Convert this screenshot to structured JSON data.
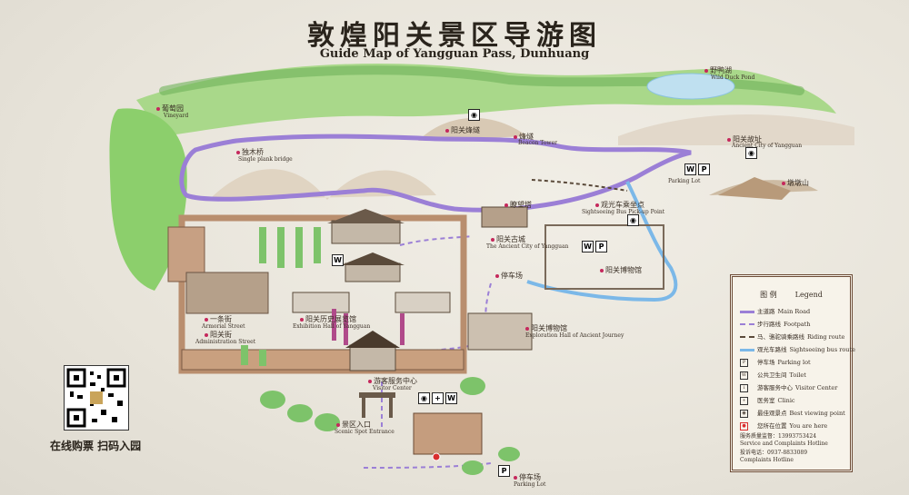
{
  "title_zh": "敦煌阳关景区导游图",
  "title_en": "Guide Map of Yangguan Pass, Dunhuang",
  "qr_caption": "在线购票 扫码入园",
  "labels": [
    {
      "id": "vineyard",
      "text": "葡萄园"
    },
    {
      "id": "vineyard_en",
      "text": "Vineyard"
    },
    {
      "id": "wild_duck_pond",
      "text": "野鸭湖"
    },
    {
      "id": "wild_duck_pond_en",
      "text": "Wild Duck Pond"
    },
    {
      "id": "dunhuang_ruins",
      "text": "阳关故址"
    },
    {
      "id": "dunhuang_ruins_en",
      "text": "Ancient City of Yangguan"
    },
    {
      "id": "yangguan_tower",
      "text": "阳关烽燧"
    },
    {
      "id": "beacon_tower",
      "text": "烽燧"
    },
    {
      "id": "beacon_tower_en",
      "text": "Beacon Tower"
    },
    {
      "id": "single_plank",
      "text": "独木桥"
    },
    {
      "id": "single_plank_en",
      "text": "Single plank bridge"
    },
    {
      "id": "parking_lot",
      "text": "Parking Lot"
    },
    {
      "id": "mountain",
      "text": "墩墩山"
    },
    {
      "id": "watch_tower",
      "text": "瞭望塔"
    },
    {
      "id": "yangguan_city",
      "text": "阳关古城"
    },
    {
      "id": "yangguan_city_en",
      "text": "The Ancient City of Yangguan"
    },
    {
      "id": "sightseeing_bus",
      "text": "观光车乘坐点"
    },
    {
      "id": "sightseeing_bus_en",
      "text": "Sightseeing Bus Pick-up Point"
    },
    {
      "id": "parking",
      "text": "停车场"
    },
    {
      "id": "yangguan_museum",
      "text": "阳关博物馆"
    },
    {
      "id": "street",
      "text": "一条街"
    },
    {
      "id": "armorial_street",
      "text": "Armorial Street"
    },
    {
      "id": "admin_street",
      "text": "阳关街"
    },
    {
      "id": "admin_street_en",
      "text": "Administration Street"
    },
    {
      "id": "exhibition_hall",
      "text": "阳关历史展览馆"
    },
    {
      "id": "exhibition_hall_en",
      "text": "Exhibition Hall of Yangguan"
    },
    {
      "id": "museum",
      "text": "阳关博物馆"
    },
    {
      "id": "museum_en",
      "text": "Exploration Hall of Ancient Journey"
    },
    {
      "id": "visitor_center",
      "text": "游客服务中心"
    },
    {
      "id": "visitor_center_en",
      "text": "Visitor Center"
    },
    {
      "id": "entrance",
      "text": "景区入口"
    },
    {
      "id": "entrance_en",
      "text": "Scenic Spot Entrance"
    },
    {
      "id": "parking2",
      "text": "停车场"
    },
    {
      "id": "parking2_en",
      "text": "Parking Lot"
    }
  ],
  "legend": {
    "title_zh": "图 例",
    "title_en": "Legend",
    "items": [
      {
        "zh": "主道路",
        "en": "Main Road",
        "color": "#9b7fd6",
        "style": "solid"
      },
      {
        "zh": "步行路线",
        "en": "Footpath",
        "color": "#9b7fd6",
        "style": "dashed"
      },
      {
        "zh": "马、骆驼骑乘路线",
        "en": "Riding route",
        "color": "#5a4a3a",
        "style": "dashed"
      },
      {
        "zh": "观光车路线",
        "en": "Sightseeing bus route",
        "color": "#7bb8e8",
        "style": "solid"
      },
      {
        "zh": "停车场",
        "en": "Parking lot",
        "icon": "P"
      },
      {
        "zh": "公共卫生间",
        "en": "Toilet",
        "icon": "WC"
      },
      {
        "zh": "游客服务中心",
        "en": "Visitor Center",
        "icon": "i"
      },
      {
        "zh": "医务室",
        "en": "Clinic",
        "icon": "+"
      },
      {
        "zh": "最佳观景点",
        "en": "Best viewing point",
        "icon": "◉"
      },
      {
        "zh": "您所在位置",
        "en": "You are here",
        "icon": "●"
      }
    ],
    "service_hotline_label": "服务质量监督：",
    "service_hotline": "13993753424",
    "service_hotline_en": "Service and Complaints Hotline",
    "complaints_label": "投诉电话：",
    "complaints_hotline": "0937-8833089",
    "complaints_hotline_en": "Complaints Hotline"
  },
  "colors": {
    "main_road": "#9b7fd6",
    "bus_route": "#7bb8e8",
    "wall": "#b98e6e",
    "tree": "#7dc36a",
    "mountain": "#d8c9b4"
  }
}
